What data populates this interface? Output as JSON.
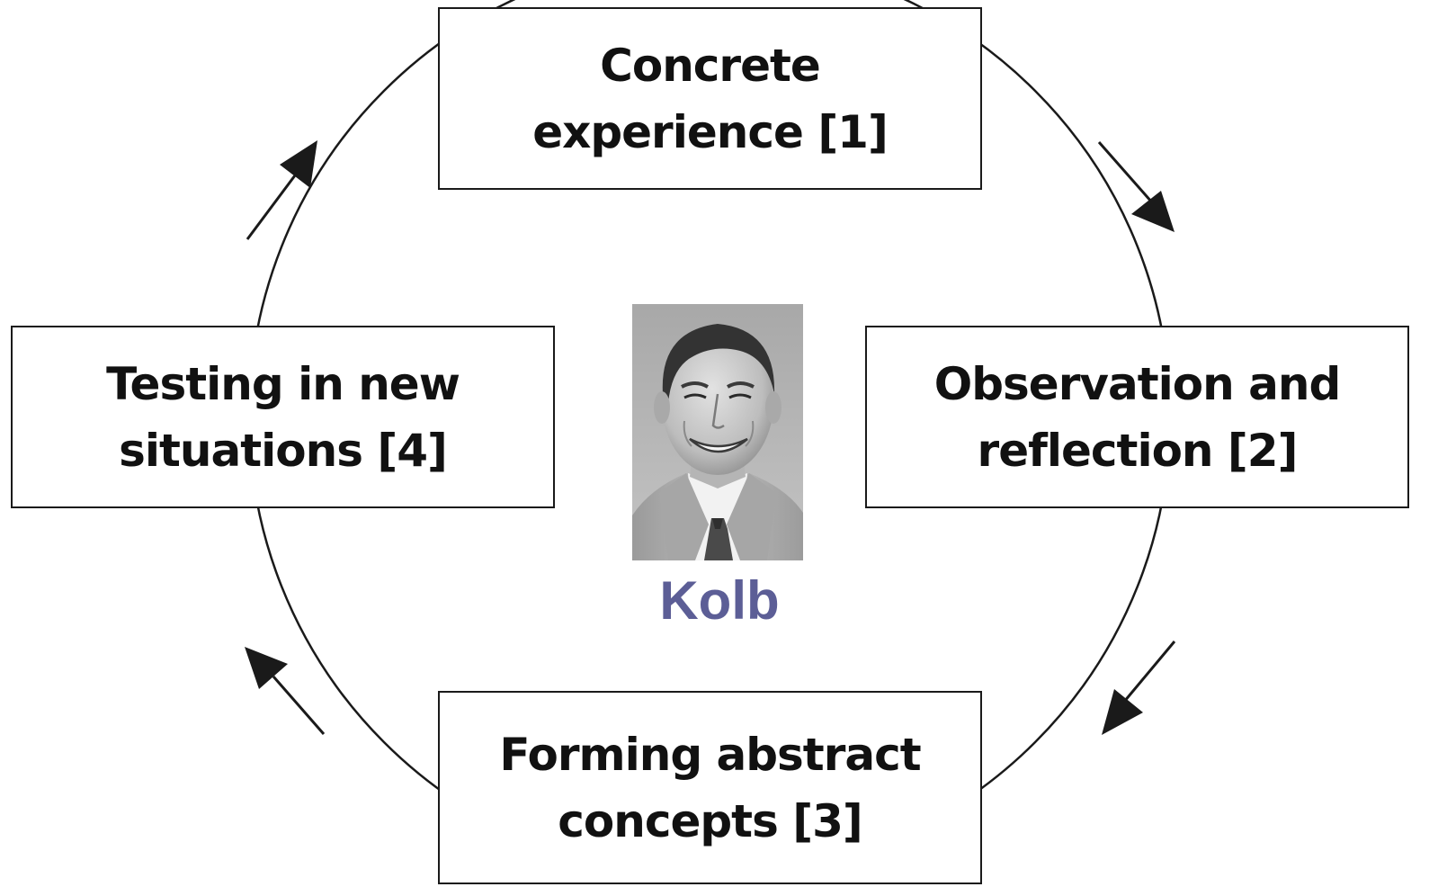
{
  "stages": [
    {
      "label": "Concrete\nexperience [1]"
    },
    {
      "label": "Observation and\nreflection [2]"
    },
    {
      "label": "Forming abstract\nconcepts [3]"
    },
    {
      "label": "Testing in new\nsituations [4]"
    }
  ],
  "center": {
    "name": "Kolb",
    "name_color": "#5c5e96",
    "portrait": "grayscale-portrait-photo"
  },
  "colors": {
    "line": "#1a1a1a",
    "box_border": "#1a1a1a",
    "text": "#111111"
  }
}
